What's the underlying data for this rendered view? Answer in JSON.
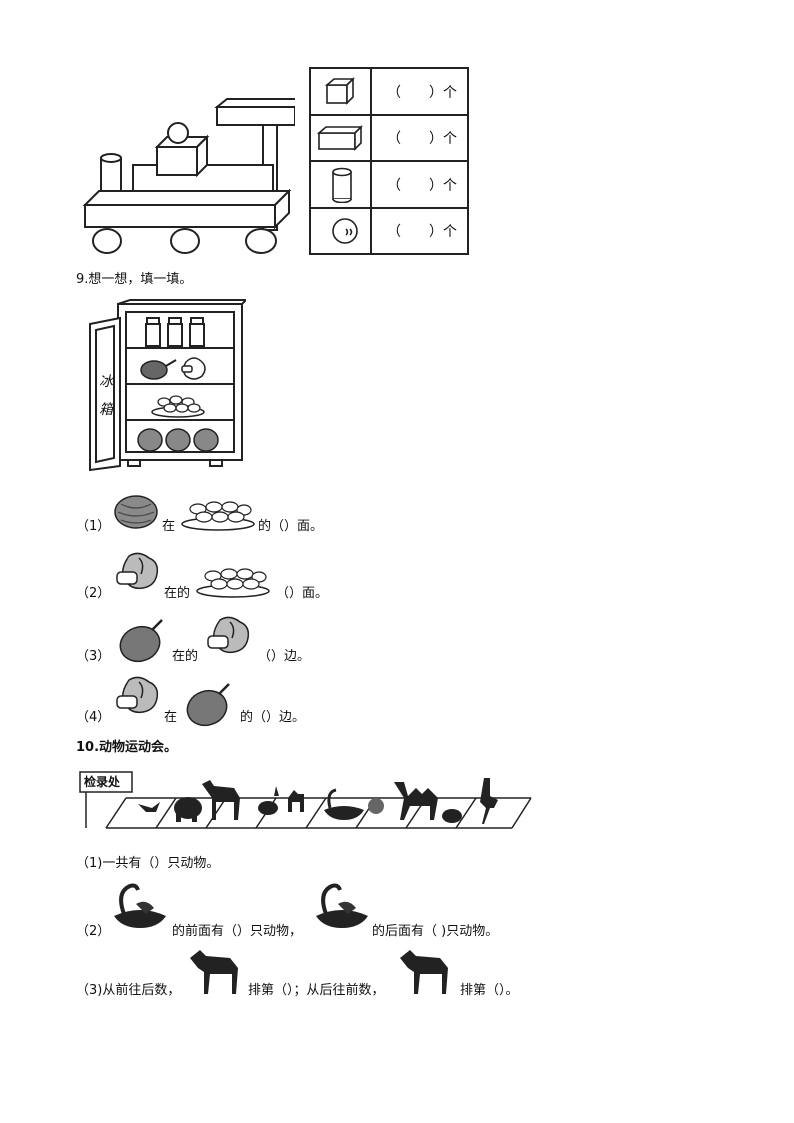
{
  "shapes_table": {
    "rows": [
      {
        "icon": "cube-icon",
        "blank": "（　　）个"
      },
      {
        "icon": "cuboid-icon",
        "blank": "（　　）个"
      },
      {
        "icon": "cylinder-icon",
        "blank": "（　　）个"
      },
      {
        "icon": "sphere-icon",
        "blank": "（　　）个"
      }
    ]
  },
  "fridge_label": [
    "冰",
    "箱"
  ],
  "q9": {
    "title": "9.想一想，填一填。",
    "items": [
      {
        "num": "（1）",
        "t1": "在",
        "t2": "的（）面。"
      },
      {
        "num": "（2）",
        "t1": "在的",
        "t2": "（）面。"
      },
      {
        "num": "（3）",
        "t1": "在的",
        "t2": "（）边。"
      },
      {
        "num": "（4）",
        "t1": "在",
        "t2": "的（）边。"
      }
    ]
  },
  "q10": {
    "title": "10.动物运动会。",
    "sign": "检录处",
    "line1": "（1)一共有（）只动物。",
    "line2": {
      "num": "（2）",
      "a": "的前面有（）只动物，",
      "b": "的后面有（ )只动物。"
    },
    "line3": {
      "num": "（3)从前往后数，",
      "a": "排第（）；从后往前数，",
      "b": "排第（）。"
    }
  }
}
